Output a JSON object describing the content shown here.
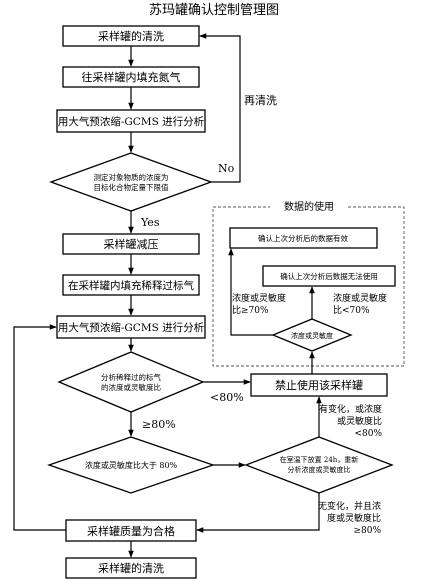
{
  "title": "苏玛罐确认控制管理图",
  "boxes": {
    "clean_top": "采样罐的清洗",
    "fill_n2": "往采样罐内填充氮气",
    "gcms_1": "用大气预浓缩-GCMS 进行分析",
    "depressurize": "采样罐减压",
    "fill_std": "在采样罐内填充稀释过标气",
    "gcms_2": "用大气预浓缩-GCMS 进行分析",
    "stop_use": "禁止使用该采样罐",
    "qualified": "采样罐质量为合格",
    "clean_bottom": "采样罐的清洗",
    "confirm_valid": "确认上次分析后的数据有效",
    "confirm_invalid": "确认上次分析后数据无法使用"
  },
  "diamonds": {
    "d1": [
      "测定对象物质的浓度为",
      "目标化合物定量下限值"
    ],
    "d2": [
      "分析稀释过的标气",
      "的浓度或灵敏度比"
    ],
    "d3": [
      "浓度或灵敏度比大于 80%"
    ],
    "d4": [
      "在室温下放置 24h，重新",
      "分析浓度或灵敏度比"
    ],
    "d5": [
      "浓度或灵敏度"
    ]
  },
  "labels": {
    "reclean": "再清洗",
    "no": "No",
    "yes": "Yes",
    "lt80": "<80%",
    "ge80": "≥80%",
    "data_use": "数据的使用",
    "changed": [
      "有变化，或浓度",
      "或灵敏度比",
      "<80%"
    ],
    "unchanged": [
      "无变化，并且浓",
      "度或灵敏度比",
      "≥80%"
    ],
    "ratio_ge70": [
      "浓度或灵敏度",
      "比≥70%"
    ],
    "ratio_lt70": [
      "浓度或灵敏度",
      "比<70%"
    ]
  }
}
